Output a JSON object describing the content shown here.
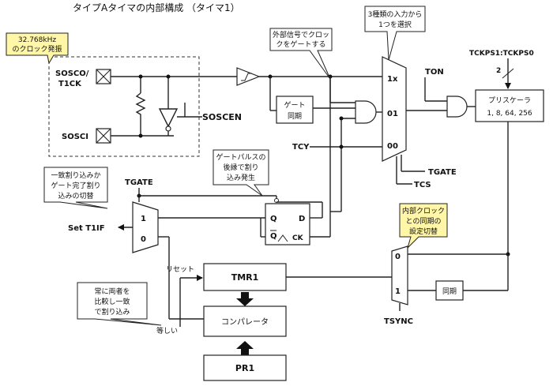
{
  "title": "タイプAタイマの内部構成 （タイマ1）",
  "callouts": {
    "crystal": [
      "32.768kHz",
      "のクロック発振"
    ],
    "ext_gate": [
      "外部信号でクロッ",
      "クをゲートする"
    ],
    "select": [
      "3種類の入力から",
      "1つを選択"
    ],
    "gate_pulse": [
      "ゲートパルスの",
      "後縁で割り",
      "込み発生"
    ],
    "int_switch": [
      "一致割り込みか",
      "ゲート完了割り",
      "込みの切替"
    ],
    "sync_switch": [
      "内部クロック",
      "との同期の",
      "設定切替"
    ],
    "compare": [
      "常に両者を",
      "比較し一致",
      "で割り込み"
    ]
  },
  "labels": {
    "sosco": "SOSCO/",
    "t1ck": "T1CK",
    "sosci": "SOSCI",
    "soscen": "SOSCEN",
    "gate_sync": [
      "ゲート",
      "同期"
    ],
    "tcy": "TCY",
    "mux_1x": "1x",
    "mux_01": "01",
    "mux_00": "00",
    "tgate_top": "TGATE",
    "tgate_bottom": "TGATE",
    "tcs": "TCS",
    "ton": "TON",
    "tckps": "TCKPS1:TCKPS0",
    "bus_width": "2",
    "prescaler": [
      "プリスケーラ",
      "1, 8, 64, 256"
    ],
    "ff_q": "Q",
    "ff_d": "D",
    "ff_qbar": "Q",
    "ff_ck": "CK",
    "mux2_1": "1",
    "mux2_0": "0",
    "set_t1if": "Set T1IF",
    "reset": "リセット",
    "tmr1": "TMR1",
    "comparator": "コンパレータ",
    "equal": "等しい",
    "pr1": "PR1",
    "sync_mux_0": "0",
    "sync_mux_1": "1",
    "sync_box": "同期",
    "tsync": "TSYNC"
  }
}
